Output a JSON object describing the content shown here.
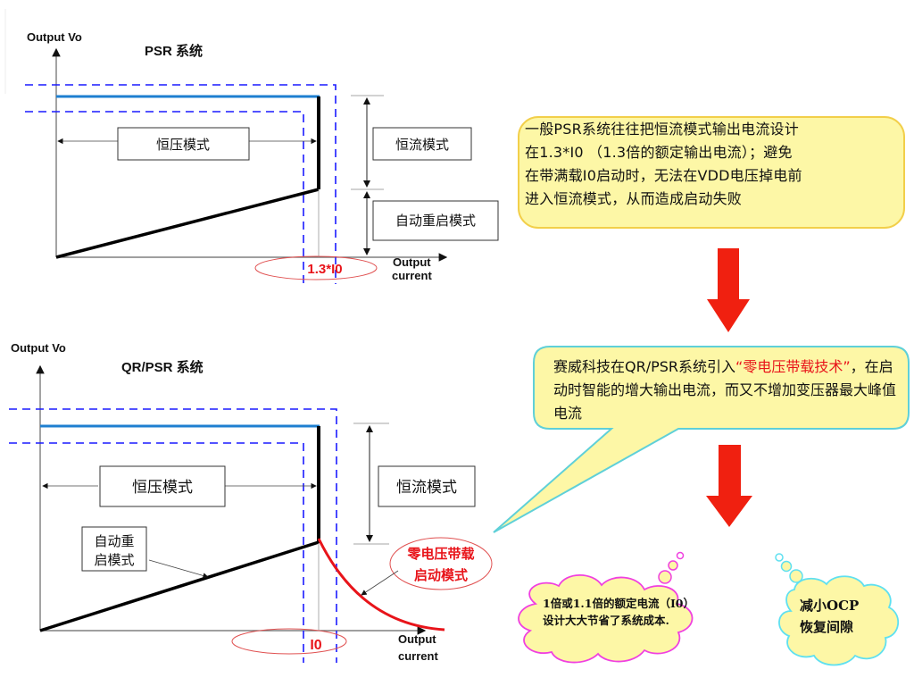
{
  "top_diagram": {
    "y_axis_label": "Output Vo",
    "title": "PSR 系统",
    "cv_mode_label": "恒压模式",
    "cc_mode_label": "恒流模式",
    "auto_restart_label": "自动重启模式",
    "marker_label": "1.3*I0",
    "x_axis_label_line1": "Output",
    "x_axis_label_line2": "current"
  },
  "bottom_diagram": {
    "y_axis_label": "Output Vo",
    "title": "QR/PSR 系统",
    "cv_mode_label": "恒压模式",
    "cc_mode_label": "恒流模式",
    "auto_restart_line1": "自动重",
    "auto_restart_line2": "启模式",
    "zero_voltage_line1": "零电压带载",
    "zero_voltage_line2": "启动模式",
    "marker_label": "I0",
    "x_axis_label_line1": "Output",
    "x_axis_label_line2": "current"
  },
  "notes": {
    "note1_lines": [
      "一般PSR系统往往把恒流模式输出电流设计",
      "在1.3*I0 （1.3倍的额定输出电流）；避免",
      "在带满载I0启动时，无法在VDD电压掉电前",
      "进入恒流模式，从而造成启动失败"
    ],
    "note2_prefix": "赛威科技在QR/PSR系统引入",
    "note2_highlight": "“零电压带载技术”",
    "note2_suffix": "，在启动时智能的增大输出电流，而又不增加变压器最大峰值电流",
    "cloud1_text": "1倍或1.1倍的额定电流（I0）设计大大节省了系统成本.",
    "cloud2_line1": "减小OCP",
    "cloud2_line2": "恢复间隙"
  },
  "colors": {
    "blue_line": "#1e7fd0",
    "dashed_blue": "#1a1aff",
    "red": "#e8141a",
    "note_fill": "#fdf7a6",
    "note1_border": "#f2cf4a",
    "note2_border": "#5fd0d8",
    "cloud1_border": "#f040e0",
    "cloud2_border": "#5fe0f0"
  }
}
